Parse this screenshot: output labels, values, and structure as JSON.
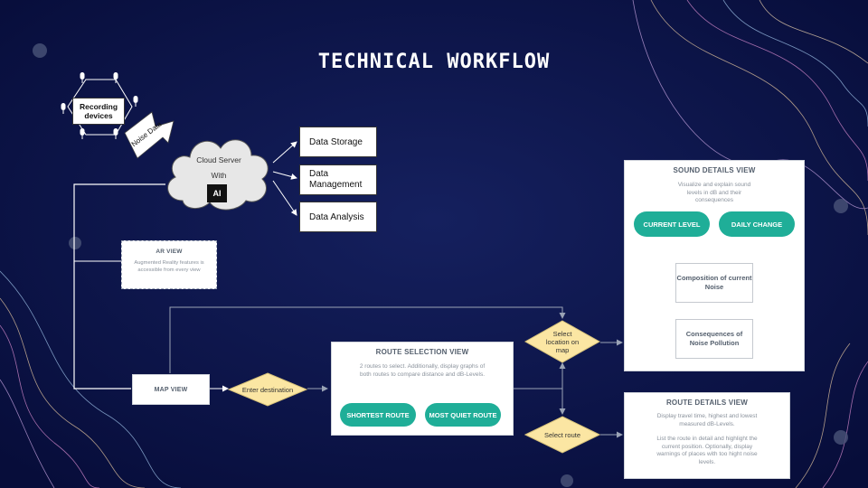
{
  "title": "TECHNICAL WORKFLOW",
  "recording": {
    "label": "Recording devices"
  },
  "noise_data_label": "Noise Data",
  "cloud": {
    "line1": "Cloud Server",
    "line2": "With",
    "chip": "AI"
  },
  "storage": [
    "Data Storage",
    "Data Management",
    "Data Analysis"
  ],
  "ar_view": {
    "title": "AR VIEW",
    "text": "Augmented Reality features is accessible from every view"
  },
  "map_view": {
    "label": "MAP VIEW"
  },
  "enter_destination": "Enter destination",
  "route_selection": {
    "title": "ROUTE SELECTION VIEW",
    "text": "2 routes to select. Additionally, display graphs of both routes to compare distance and dB-Levels.",
    "buttons": [
      "SHORTEST ROUTE",
      "MOST QUIET ROUTE"
    ]
  },
  "select_location": "Select location on map",
  "select_route": "Select route",
  "sound_details": {
    "title": "SOUND DETAILS VIEW",
    "text": "Visualize and explain sound levels in dB and their consequences",
    "buttons": [
      "CURRENT LEVEL",
      "DAILY CHANGE"
    ],
    "box1": "Composition of current Noise",
    "box2": "Consequences of Noise Pollution"
  },
  "route_details": {
    "title": "ROUTE DETAILS VIEW",
    "text1": "Display travel time, highest and lowest measured dB-Levels.",
    "text2": "List the route in detail and highlight the current position. Optionally, display warnings of places with too hight noise levels."
  },
  "colors": {
    "background": "#0b1450",
    "accent": "#1fae98",
    "diamond": "#fbe6a3"
  }
}
